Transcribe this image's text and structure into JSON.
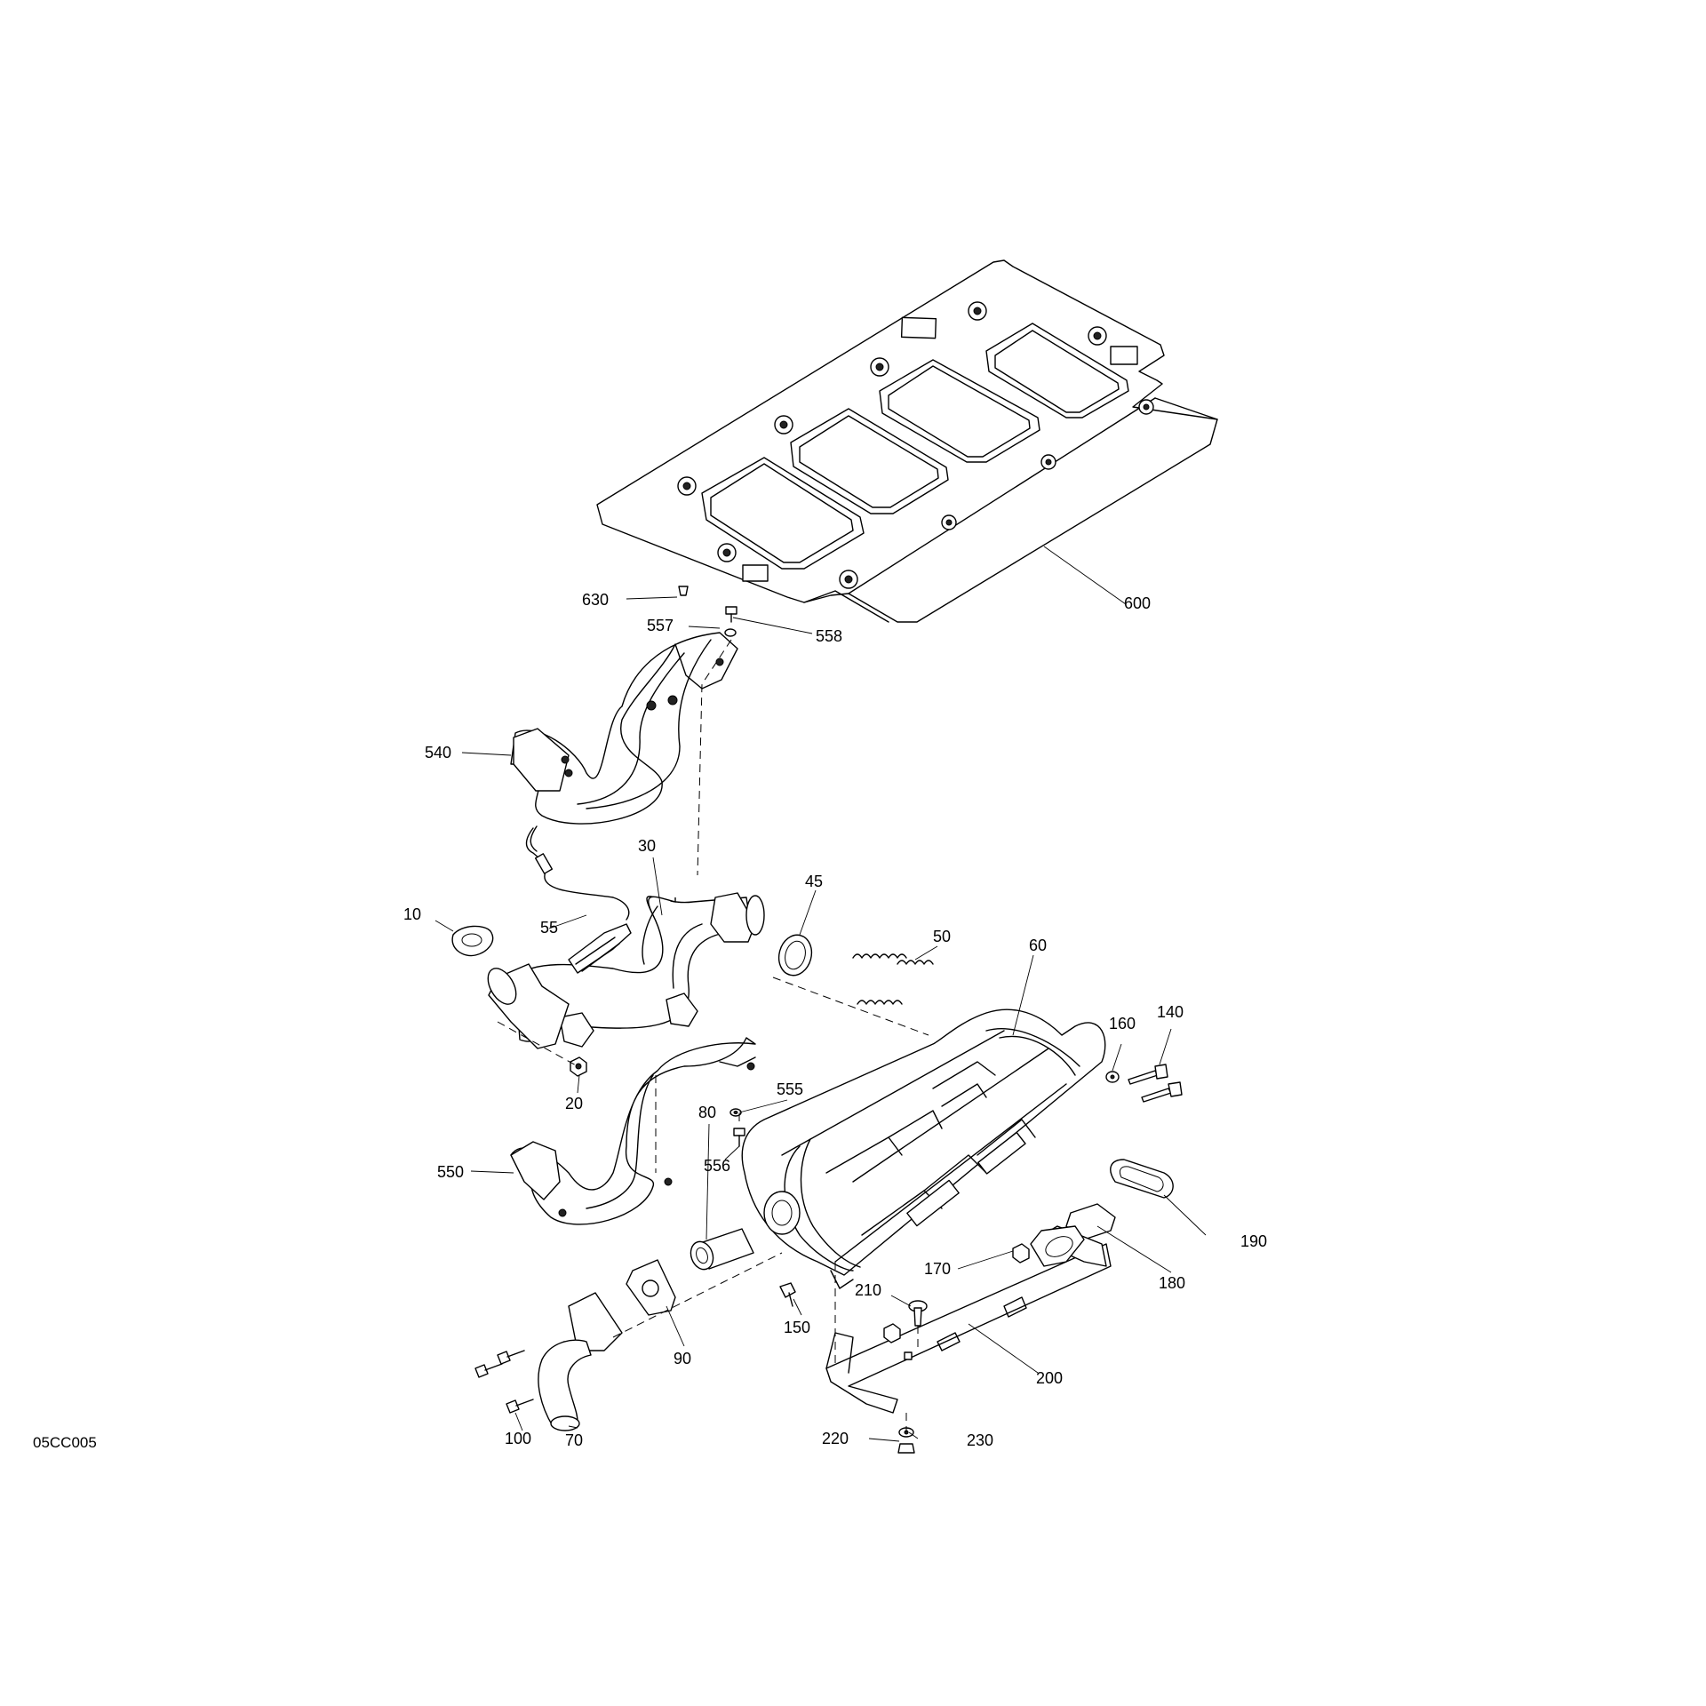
{
  "diagram_code": "05CC005",
  "callouts": {
    "c10": "10",
    "c20": "20",
    "c30": "30",
    "c45": "45",
    "c50": "50",
    "c55": "55",
    "c60": "60",
    "c70": "70",
    "c80": "80",
    "c90": "90",
    "c100": "100",
    "c140": "140",
    "c150": "150",
    "c160": "160",
    "c170": "170",
    "c180": "180",
    "c190": "190",
    "c200": "200",
    "c210": "210",
    "c220": "220",
    "c230": "230",
    "c540": "540",
    "c550": "550",
    "c555": "555",
    "c556": "556",
    "c557": "557",
    "c558": "558",
    "c600": "600",
    "c630": "630"
  }
}
